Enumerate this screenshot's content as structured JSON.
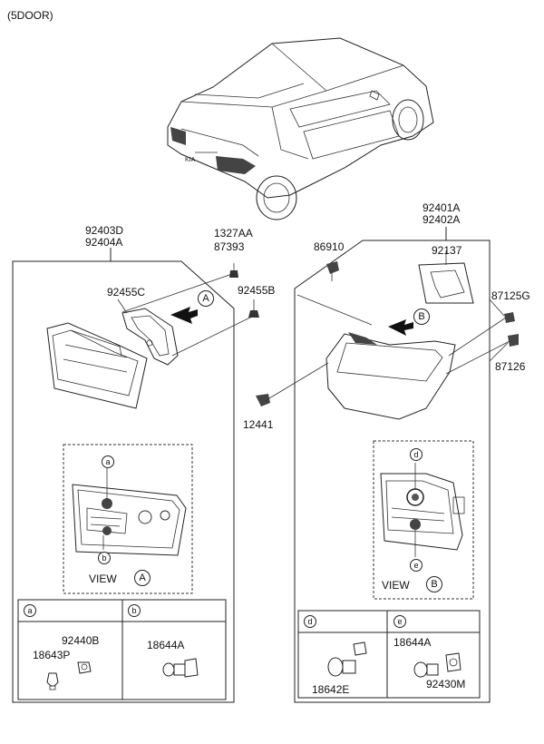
{
  "header": {
    "variant": "(5DOOR)"
  },
  "left_panel": {
    "part_top": [
      "92403D",
      "92404A"
    ],
    "labels": {
      "gasket": "92455C",
      "screw_a": "1327AA",
      "screw_b": "87393",
      "nut": "92455B"
    },
    "view": {
      "word": "VIEW",
      "ref": "A",
      "callout": "a",
      "callout_b": "b"
    },
    "legend": [
      {
        "key": "a",
        "parts": [
          "92440B",
          "18643P"
        ]
      },
      {
        "key": "b",
        "parts": [
          "18644A"
        ]
      }
    ]
  },
  "right_panel": {
    "part_top": [
      "92401A",
      "92402A"
    ],
    "labels": {
      "clip": "86910",
      "gasket": "92137",
      "nut_a": "87125G",
      "nut_b": "87126",
      "bolt": "12441"
    },
    "view": {
      "word": "VIEW",
      "ref": "B",
      "callout_d": "d",
      "callout_e": "e"
    },
    "legend": [
      {
        "key": "d",
        "parts": [
          "18642E"
        ]
      },
      {
        "key": "e",
        "parts": [
          "18644A",
          "92430M"
        ]
      }
    ]
  }
}
